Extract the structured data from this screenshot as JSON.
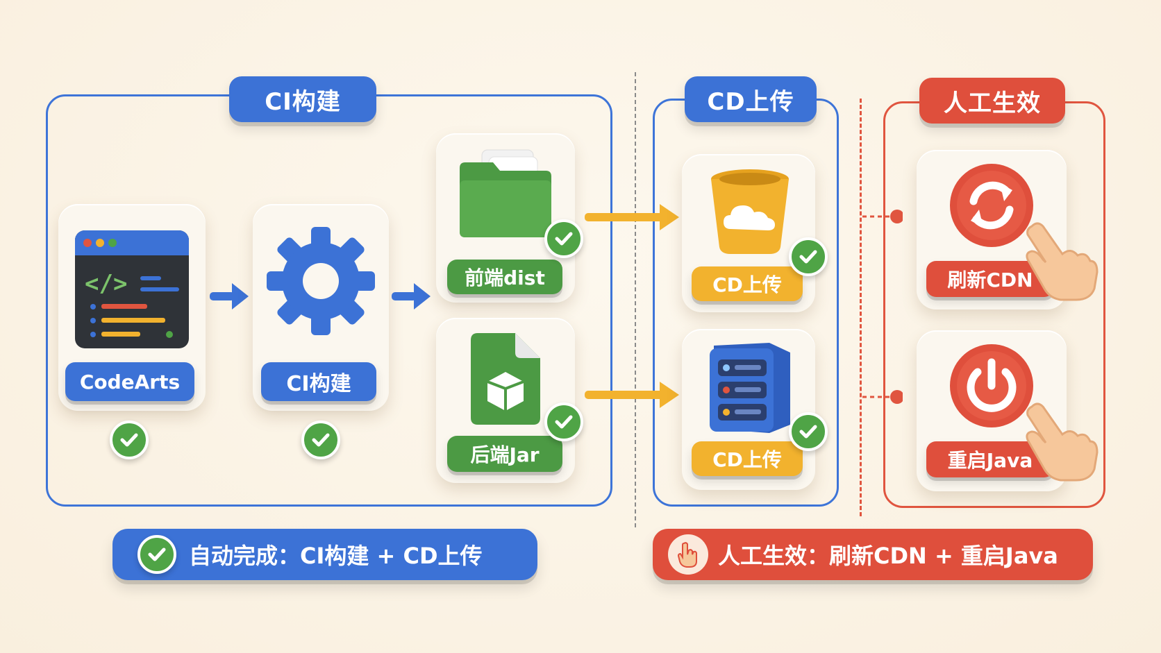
{
  "sections": {
    "ci": {
      "title": "CI构建"
    },
    "cd": {
      "title": "CD上传"
    },
    "manual": {
      "title": "人工生效"
    }
  },
  "nodes": {
    "codearts": {
      "label": "CodeArts"
    },
    "ci_build": {
      "label": "CI构建"
    },
    "frontend": {
      "label": "前端dist"
    },
    "backend": {
      "label": "后端Jar"
    },
    "cd_upload_1": {
      "label": "CD上传"
    },
    "cd_upload_2": {
      "label": "CD上传"
    },
    "refresh_cdn": {
      "label": "刷新CDN"
    },
    "restart_java": {
      "label": "重启Java"
    }
  },
  "banners": {
    "auto": {
      "text": "自动完成：CI构建 + CD上传"
    },
    "manual": {
      "text": "人工生效：刷新CDN + 重启Java"
    }
  },
  "colors": {
    "blue": "#3c72d6",
    "red": "#df4f3c",
    "green": "#4c9a44",
    "yellow": "#f2b22e",
    "background": "#fbf3e4"
  },
  "icons": [
    "code-window-icon",
    "gear-icon",
    "folder-icon",
    "jar-file-icon",
    "bucket-cloud-icon",
    "server-icon",
    "refresh-icon",
    "power-icon",
    "hand-pointer-icon",
    "check-icon",
    "arrow-right-icon"
  ]
}
